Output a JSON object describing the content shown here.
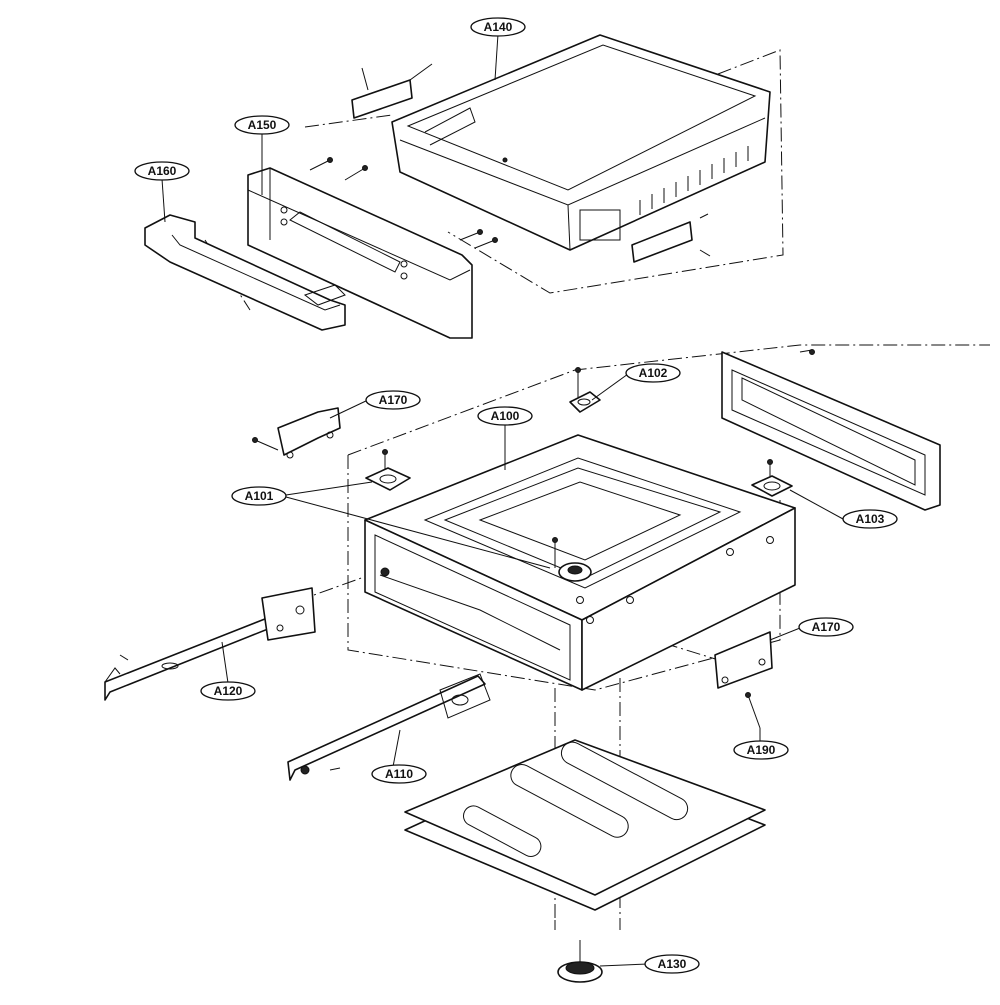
{
  "diagram": {
    "callouts": {
      "a140": "A140",
      "a150": "A150",
      "a160": "A160",
      "a170_top": "A170",
      "a102": "A102",
      "a100": "A100",
      "a101": "A101",
      "a103": "A103",
      "a170_right": "A170",
      "a120": "A120",
      "a190": "A190",
      "a110": "A110",
      "a130": "A130"
    },
    "parts": [
      "drawer-tray",
      "front-panel",
      "front-handle",
      "bracket",
      "gasket",
      "housing",
      "grommet",
      "rear-duct",
      "slide-rail-left",
      "screw",
      "slide-rail-right",
      "bottom-plate",
      "leveling-foot"
    ]
  }
}
